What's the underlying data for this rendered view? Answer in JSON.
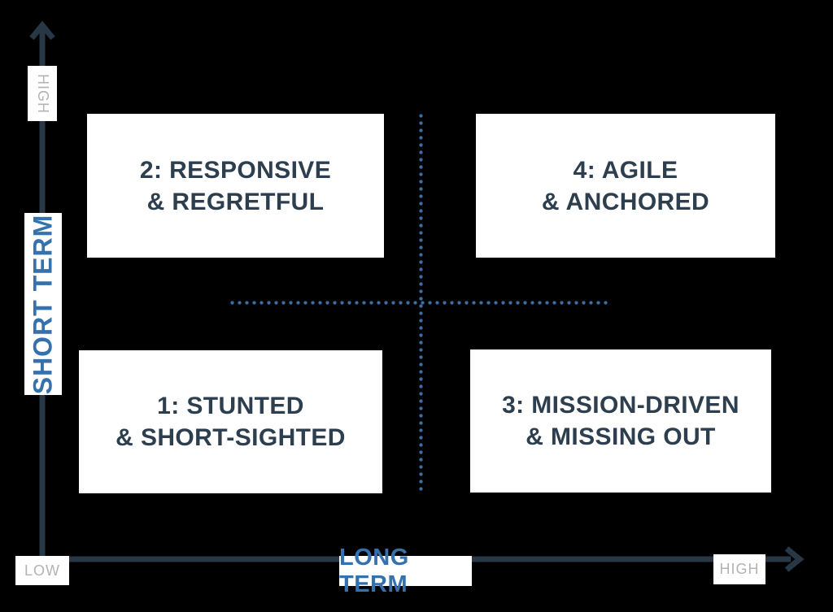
{
  "diagram": {
    "type": "2x2-matrix",
    "quadrants": [
      {
        "position": "bottom-left",
        "line1": "1: STUNTED",
        "line2": "& SHORT-SIGHTED"
      },
      {
        "position": "top-left",
        "line1": "2: RESPONSIVE",
        "line2": "& REGRETFUL"
      },
      {
        "position": "bottom-right",
        "line1": "3: MISSION-DRIVEN",
        "line2": "& MISSING OUT"
      },
      {
        "position": "top-right",
        "line1": "4: AGILE",
        "line2": "& ANCHORED"
      }
    ],
    "y_axis": {
      "label": "SHORT TERM",
      "high_label": "HIGH"
    },
    "x_axis": {
      "label": "LONG TERM",
      "high_label": "HIGH"
    },
    "origin_label": "LOW",
    "colors": {
      "background": "#000000",
      "axis_arrow": "#283745",
      "quadrant_text": "#2d3e4f",
      "axis_title_blue": "#3571ad",
      "tick_label_gray": "#b3b3b3",
      "dotted_line_blue": "#3a6fa7",
      "quadrant_box_bg": "#ffffff"
    }
  }
}
